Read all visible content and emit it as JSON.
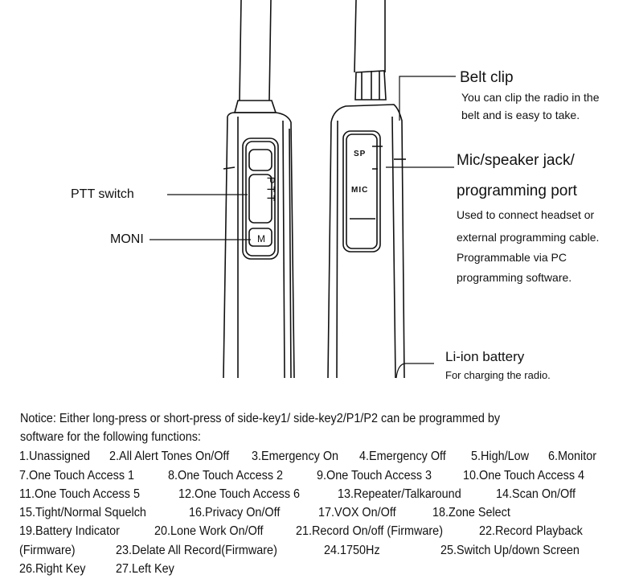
{
  "callouts": {
    "ptt": "PTT switch",
    "moni": "MONI",
    "belt_clip": {
      "title": "Belt clip",
      "desc": [
        "You can clip the radio in the",
        "belt and is easy to take."
      ]
    },
    "mic_jack": {
      "title": [
        "Mic/speaker jack/",
        "programming port"
      ],
      "desc": [
        "Used to connect headset or",
        "external programming cable.",
        "Programmable via PC",
        "programming software."
      ]
    },
    "battery": {
      "title": "Li-ion battery",
      "desc": "For charging the radio."
    }
  },
  "radio_labels": {
    "ptt": "PTT",
    "m": "M",
    "sp": "SP",
    "mic": "MIC"
  },
  "notice": {
    "lines": [
      "Notice: Either long-press or short-press of side-key1/ side-key2/P1/P2 can be programmed by",
      "software for the following functions:"
    ],
    "rows": [
      [
        "1.Unassigned",
        "2.All Alert Tones On/Off",
        "3.Emergency On",
        "4.Emergency Off",
        "5.High/Low",
        "6.Monitor"
      ],
      [
        "7.One Touch Access 1",
        "8.One Touch Access 2",
        "9.One Touch Access 3",
        "10.One Touch Access 4"
      ],
      [
        "11.One Touch Access 5",
        "12.One Touch Access 6",
        "13.Repeater/Talkaround",
        "14.Scan On/Off"
      ],
      [
        "15.Tight/Normal Squelch",
        "16.Privacy On/Off",
        "17.VOX On/Off",
        "18.Zone Select"
      ],
      [
        "19.Battery Indicator",
        "20.Lone Work On/Off",
        "21.Record On/off (Firmware)",
        "22.Record Playback"
      ],
      [
        "(Firmware)",
        "23.Delate All Record(Firmware)",
        "24.1750Hz",
        "25.Switch Up/down Screen"
      ],
      [
        "26.Right Key",
        "27.Left Key"
      ]
    ]
  }
}
